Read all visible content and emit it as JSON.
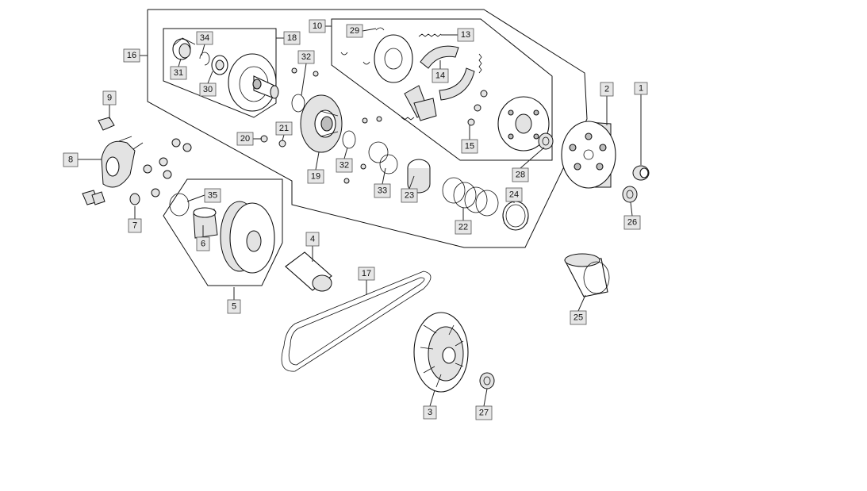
{
  "callouts": [
    {
      "id": "1",
      "label": "1"
    },
    {
      "id": "2",
      "label": "2"
    },
    {
      "id": "3",
      "label": "3"
    },
    {
      "id": "4",
      "label": "4"
    },
    {
      "id": "5",
      "label": "5"
    },
    {
      "id": "6",
      "label": "6"
    },
    {
      "id": "7",
      "label": "7"
    },
    {
      "id": "8",
      "label": "8"
    },
    {
      "id": "9",
      "label": "9"
    },
    {
      "id": "10",
      "label": "10"
    },
    {
      "id": "13",
      "label": "13"
    },
    {
      "id": "14",
      "label": "14"
    },
    {
      "id": "15",
      "label": "15"
    },
    {
      "id": "16",
      "label": "16"
    },
    {
      "id": "17",
      "label": "17"
    },
    {
      "id": "18",
      "label": "18"
    },
    {
      "id": "19",
      "label": "19"
    },
    {
      "id": "20",
      "label": "20"
    },
    {
      "id": "21",
      "label": "21"
    },
    {
      "id": "22",
      "label": "22"
    },
    {
      "id": "23",
      "label": "23"
    },
    {
      "id": "24",
      "label": "24"
    },
    {
      "id": "25",
      "label": "25"
    },
    {
      "id": "26",
      "label": "26"
    },
    {
      "id": "27",
      "label": "27"
    },
    {
      "id": "28",
      "label": "28"
    },
    {
      "id": "29",
      "label": "29"
    },
    {
      "id": "30",
      "label": "30"
    },
    {
      "id": "31",
      "label": "31"
    },
    {
      "id": "32a",
      "label": "32"
    },
    {
      "id": "32b",
      "label": "32"
    },
    {
      "id": "33",
      "label": "33"
    },
    {
      "id": "34",
      "label": "34"
    },
    {
      "id": "35",
      "label": "35"
    }
  ]
}
